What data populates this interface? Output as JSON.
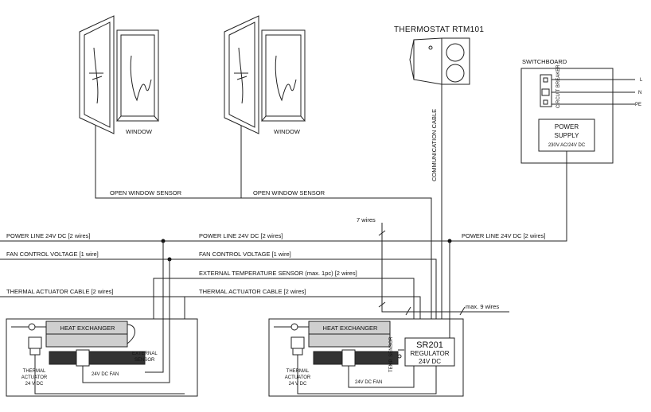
{
  "labels": {
    "thermostat": "THERMOSTAT RTM101",
    "switchboard": "SWITCHBOARD",
    "circuit_breaker": "CIRCUIT BREAKER",
    "power_supply_line1": "POWER",
    "power_supply_line2": "SUPPLY",
    "power_supply_spec": "230V AC/24V DC",
    "phase_l": "L",
    "phase_n": "N",
    "phase_pe": "PE",
    "window_1": "WINDOW",
    "window_2": "WINDOW",
    "open_window_sensor_1": "OPEN WINDOW SENSOR",
    "open_window_sensor_2": "OPEN WINDOW SENSOR",
    "communication_cable": "COMMUNICATION CABLE",
    "seven_wires": "7 wires",
    "power_line_1": "POWER LINE  24V DC [2 wires]",
    "power_line_2": "POWER LINE  24V DC [2 wires]",
    "power_line_3": "POWER LINE  24V DC [2 wires]",
    "fan_control_1": "FAN CONTROL VOLTAGE [1 wire]",
    "fan_control_2": "FAN CONTROL VOLTAGE [1 wire]",
    "ext_temp_sensor": "EXTERNAL TEMPERATURE SENSOR (max. 1pc) [2 wires]",
    "thermal_cable_1": "THERMAL ACTUATOR CABLE [2 wires]",
    "thermal_cable_2": "THERMAL ACTUATOR CABLE [2 wires]",
    "max_wires": "max. 9 wires",
    "heat_exchanger_1": "HEAT EXCHANGER",
    "heat_exchanger_2": "HEAT EXCHANGER",
    "external_sensor_line1": "EXTERNAL",
    "external_sensor_line2": "SENSOR",
    "fan_1": "24V DC FAN",
    "fan_2": "24V DC FAN",
    "thermal_actuator_1_line1": "THERMAL",
    "thermal_actuator_1_line2": "ACTUATOR",
    "thermal_actuator_1_line3": "24 V DC",
    "thermal_actuator_2_line1": "THERMAL",
    "thermal_actuator_2_line2": "ACTUATOR",
    "thermal_actuator_2_line3": "24 V DC",
    "temp_sensor": "TEMP. SENSOR",
    "regulator_model": "SR201",
    "regulator_line2": "REGULATOR",
    "regulator_line3": "24V DC"
  }
}
